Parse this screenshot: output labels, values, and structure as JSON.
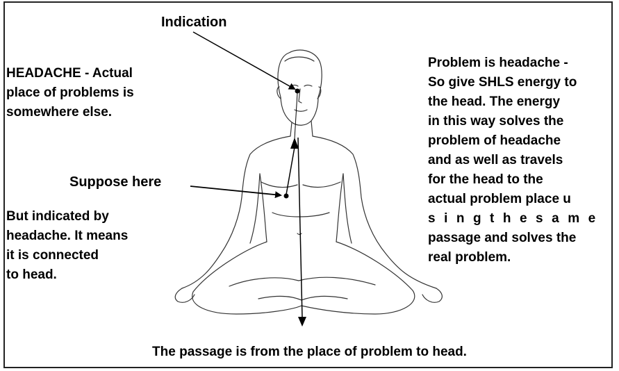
{
  "labels": {
    "indication": "Indication",
    "suppose_here": "Suppose here",
    "passage_caption": "The passage is from the place of problem to head."
  },
  "left_text": {
    "headache_lines": [
      "HEADACHE - Actual",
      "place of problems is",
      "somewhere else."
    ],
    "indicated_lines": [
      " But indicated by",
      "headache. It means",
      "it is connected",
      "to head."
    ]
  },
  "right_text": {
    "lines_top": [
      "Problem is headache -",
      "So give SHLS energy to",
      "the head. The energy",
      "in this way solves the",
      "problem of headache",
      "and as well as travels",
      "for the head to the",
      "actual problem place u"
    ],
    "line_spaced": "singthesame",
    "lines_bottom": [
      "passage and solves the",
      "real problem."
    ]
  },
  "colors": {
    "ink": "#000000",
    "frame": "#222222",
    "background": "#ffffff"
  }
}
